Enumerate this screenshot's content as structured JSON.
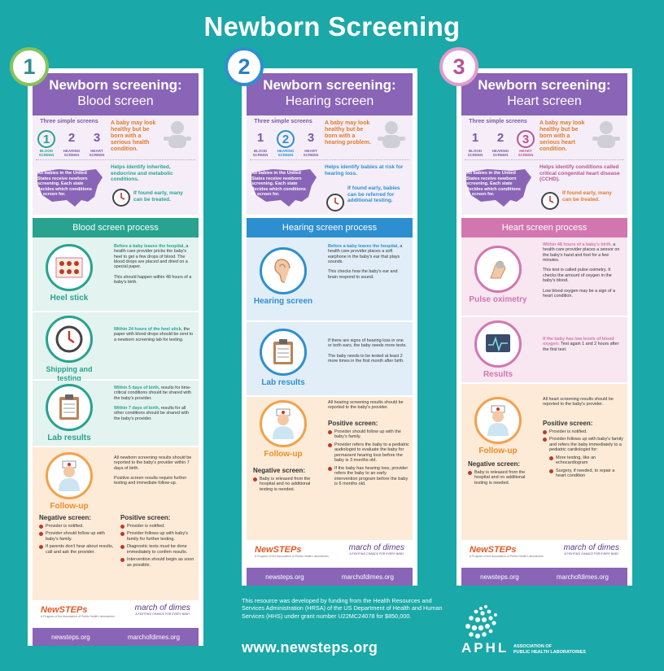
{
  "title": "Newborn Screening",
  "badges": [
    "1",
    "2",
    "3"
  ],
  "intro": {
    "three": "Three simple screens",
    "screens": [
      "BLOOD SCREEN",
      "HEARING SCREEN",
      "HEART SCREEN"
    ],
    "numbers": [
      "1",
      "2",
      "3"
    ],
    "map_text": "All babies in the United States receive newborn screening. Each state decides which conditions to screen for."
  },
  "posters": [
    {
      "title1": "Newborn screening:",
      "title2": "Blood screen",
      "maybe": "A baby may look healthy but be born with a serious health condition.",
      "helps": "Helps identify inherited, endocrine and metabolic conditions.",
      "early": "If found early, many can be treated.",
      "process": "Blood screen process",
      "rows": [
        {
          "cap": "Heel stick",
          "hl": "Before a baby leaves the hospital,",
          "text": " a health care provider pricks the baby's heel to get a few drops of blood. The blood drops are placed and dried on a special paper.",
          "text2": "This should happen within 48 hours of a baby's birth."
        },
        {
          "cap": "Shipping and testing",
          "hl": "Within 24 hours of the heel stick,",
          "text": " the paper with blood drops should be sent to a newborn screening lab for testing.",
          "text2": ""
        },
        {
          "cap": "Lab results",
          "hl": "Within 5 days of birth,",
          "text": " results for time-critical conditions should be shared with the baby's provider.",
          "hl2": "Within 7 days of birth,",
          "text2": " results for all other conditions should be shared with the baby's provider."
        }
      ],
      "followup": {
        "cap": "Follow-up",
        "text": "All newborn screening results should be reported to the baby's provider within 7 days of birth.",
        "text2": "Positive screen results require further testing and immediate follow-up."
      },
      "negative": {
        "title": "Negative screen:",
        "items": [
          "Provider is notified.",
          "Provider should follow up with baby's family.",
          "If parents don't hear about results, call and ask the provider."
        ]
      },
      "positive": {
        "title": "Positive screen:",
        "items": [
          "Provider is notified.",
          "Provider follows up with baby's family for further testing.",
          "Diagnostic tests must be done immediately to confirm results.",
          "Intervention should begin as soon as possible."
        ]
      }
    },
    {
      "title1": "Newborn screening:",
      "title2": "Hearing screen",
      "maybe": "A baby may look healthy but be born with a hearing problem.",
      "helps": "Helps identify babies at risk for hearing loss.",
      "early": "If found early, babies can be referred for additional testing.",
      "process": "Hearing screen process",
      "rows": [
        {
          "cap": "Hearing screen",
          "hl": "Before a baby leaves the hospital,",
          "text": " a health care provider places a soft earphone in the baby's ear that plays sounds.",
          "text2": "This checks how the baby's ear and brain respond to sound."
        },
        {
          "cap": "Lab results",
          "hl": "",
          "text": "If there are signs of hearing loss in one or both ears, the baby needs more tests.",
          "text2": "The baby needs to be tested at least 2 more times in the first month after birth."
        }
      ],
      "followup": {
        "cap": "Follow-up",
        "text": "All hearing screening results should be reported to the baby's provider.",
        "text2": ""
      },
      "negative": {
        "title": "Negative screen:",
        "items": [
          "Baby is released from the hospital and no additional testing is needed."
        ]
      },
      "positive": {
        "title": "Positive screen:",
        "items": [
          "Provider should follow up with the baby's family.",
          "Provider refers the baby to a pediatric audiologist to evaluate the baby for permanent hearing loss before the baby is 3 months old.",
          "If the baby has hearing loss, provider refers the baby to an early intervention program before the baby is 6 months old."
        ]
      }
    },
    {
      "title1": "Newborn screening:",
      "title2": "Heart screen",
      "maybe": "A baby may look healthy but be born with a serious heart condition.",
      "helps": "Helps identify conditions called critical congenital heart disease (CCHD).",
      "early": "If found early, many can be treated.",
      "process": "Heart screen process",
      "rows": [
        {
          "cap": "Pulse oximetry",
          "hl": "Within 48 hours of a baby's birth,",
          "text": " a health care provider places a sensor on the baby's hand and foot for a few minutes.",
          "text2": "This test is called pulse oximetry. It checks the amount of oxygen in the baby's blood.",
          "text3": "Low blood oxygen may be a sign of a heart condition."
        },
        {
          "cap": "Results",
          "hl": "If the baby has low levels of blood oxygen:",
          "text": " Test again 1 and 2 hours after the first test.",
          "text2": ""
        }
      ],
      "followup": {
        "cap": "Follow-up",
        "text": "All heart screening results should be reported to the baby's provider.",
        "text2": ""
      },
      "negative": {
        "title": "Negative screen:",
        "items": [
          "Baby is released from the hospital and no additional testing is needed."
        ]
      },
      "positive": {
        "title": "Positive screen:",
        "items": [
          "Provider is notified.",
          "Provider follows up with baby's family and refers the baby immediately to a pediatric cardiologist for:",
          "More testing, like an echocardiogram",
          "Surgery, if needed, to repair a heart condition"
        ]
      }
    }
  ],
  "logos": {
    "newsteps": "NewSTEPs",
    "newsteps_tag": "A Program of the Association of Public Health Laboratories",
    "mod": "march of dimes",
    "mod_tag": "A FIGHTING CHANCE FOR EVERY BABY"
  },
  "urls": {
    "newsteps": "newsteps.org",
    "mod": "marchofdimes.org"
  },
  "credit": "This resource was developed by funding from the Health Resources and Services Administration (HRSA) of the US Department of Health and Human Services (HHS) under grant number U22MC24078 for $850,000.",
  "website": "www.newsteps.org",
  "aphl": {
    "name": "APHL",
    "line1": "ASSOCIATION OF",
    "line2": "PUBLIC HEALTH LABORATORIES"
  },
  "colors": {
    "bg": "#1aa8a8",
    "purple": "#8a64b6",
    "blood": "#27a38f",
    "hearing": "#2d8fd0",
    "heart": "#d276b0"
  }
}
